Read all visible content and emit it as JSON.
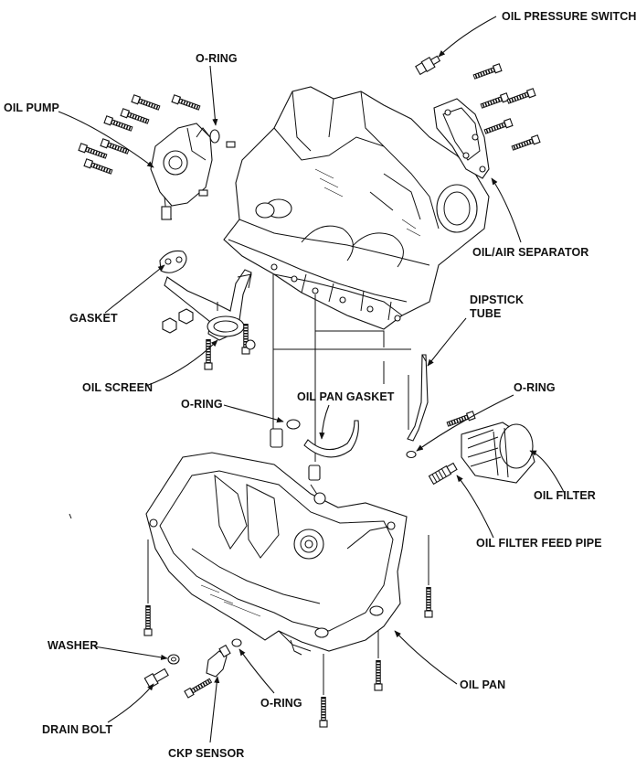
{
  "labels": {
    "oil_pressure_switch": "OIL PRESSURE SWITCH",
    "o_ring_top": "O-RING",
    "oil_pump": "OIL PUMP",
    "oil_air_separator": "OIL/AIR SEPARATOR",
    "gasket": "GASKET",
    "dipstick_tube_line1": "DIPSTICK",
    "dipstick_tube_line2": "TUBE",
    "oil_screen": "OIL SCREEN",
    "o_ring_mid_left": "O-RING",
    "oil_pan_gasket": "OIL PAN GASKET",
    "o_ring_right": "O-RING",
    "oil_filter": "OIL FILTER",
    "oil_filter_feed_pipe": "OIL FILTER FEED PIPE",
    "washer": "WASHER",
    "oil_pan": "OIL PAN",
    "o_ring_bottom": "O-RING",
    "drain_bolt": "DRAIN BOLT",
    "ckp_sensor": "CKP SENSOR"
  },
  "colors": {
    "line": "#111111",
    "background": "#ffffff"
  }
}
